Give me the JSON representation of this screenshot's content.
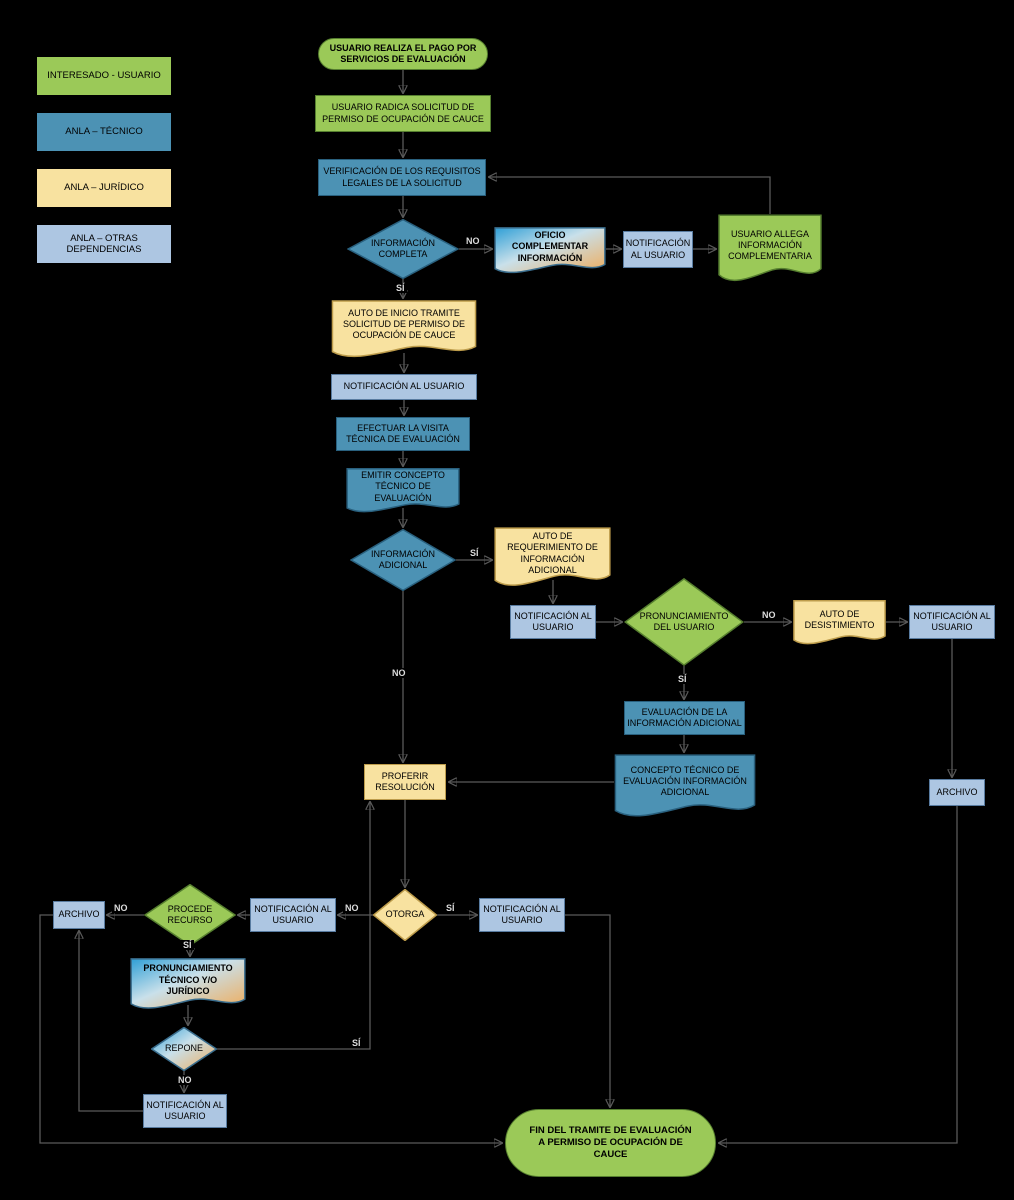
{
  "legend": {
    "items": [
      {
        "label": "INTERESADO - USUARIO",
        "color": "#9bc958"
      },
      {
        "label": "ANLA – TÉCNICO",
        "color": "#4c92b4"
      },
      {
        "label": "ANLA – JURÍDICO",
        "color": "#f8e2a0"
      },
      {
        "label": "ANLA – OTRAS DEPENDENCIAS",
        "color": "#adc6e2"
      }
    ]
  },
  "colors": {
    "background": "#000000",
    "connector": "#5a5a5a",
    "interesado_green": "#9bc958",
    "tecnico_blue": "#4c92b4",
    "juridico_yellow": "#f8e2a0",
    "otras_lightblue": "#adc6e2"
  },
  "nodes": {
    "start": "USUARIO REALIZA EL PAGO POR SERVICIOS DE EVALUACIÓN",
    "radica_solicitud": "USUARIO RADICA SOLICITUD DE PERMISO DE OCUPACIÓN DE CAUCE",
    "verificacion_requisitos": "VERIFICACIÓN DE LOS REQUISITOS LEGALES DE LA SOLICITUD",
    "informacion_completa": "INFORMACIÓN COMPLETA",
    "oficio_complementar": "OFICIO COMPLEMENTAR INFORMACIÓN",
    "notificacion_usuario_1": "NOTIFICACIÓN AL USUARIO",
    "usuario_allega": "USUARIO ALLEGA INFORMACIÓN COMPLEMENTARIA",
    "auto_inicio": "AUTO DE INICIO TRAMITE SOLICITUD DE PERMISO DE OCUPACIÓN DE CAUCE",
    "notificacion_usuario_2": "NOTIFICACIÓN AL USUARIO",
    "visita_tecnica": "EFECTUAR LA VISITA TÉCNICA DE EVALUACIÓN",
    "emitir_concepto": "EMITIR CONCEPTO TÉCNICO DE EVALUACIÓN",
    "informacion_adicional": "INFORMACIÓN ADICIONAL",
    "auto_requerimiento": "AUTO DE REQUERIMIENTO DE INFORMACIÓN ADICIONAL",
    "notificacion_usuario_3": "NOTIFICACIÓN AL USUARIO",
    "pronunciamiento_usuario": "PRONUNCIAMIENTO DEL USUARIO",
    "auto_desistimiento": "AUTO DE DESISTIMIENTO",
    "notificacion_usuario_4": "NOTIFICACIÓN AL USUARIO",
    "archivo_derecha": "ARCHIVO",
    "evaluacion_informacion": "EVALUACIÓN DE LA INFORMACIÓN ADICIONAL",
    "concepto_tecnico_adicional": "CONCEPTO TÉCNICO DE EVALUACIÓN INFORMACIÓN ADICIONAL",
    "proferir_resolucion": "PROFERIR RESOLUCIÓN",
    "otorga": "OTORGA",
    "notificacion_usuario_5": "NOTIFICACIÓN AL USUARIO",
    "notificacion_usuario_6": "NOTIFICACIÓN AL USUARIO",
    "procede_recurso": "PROCEDE RECURSO",
    "archivo_izquierda": "ARCHIVO",
    "pronunciamiento_tecnico": "PRONUNCIAMIENTO TÉCNICO Y/O JURÍDICO",
    "repone": "REPONE",
    "notificacion_usuario_7": "NOTIFICACIÓN AL USUARIO",
    "fin": "FIN DEL TRAMITE DE EVALUACIÓN A PERMISO DE OCUPACIÓN DE CAUCE"
  },
  "edge_labels": {
    "no": "NO",
    "si": "SÍ"
  }
}
